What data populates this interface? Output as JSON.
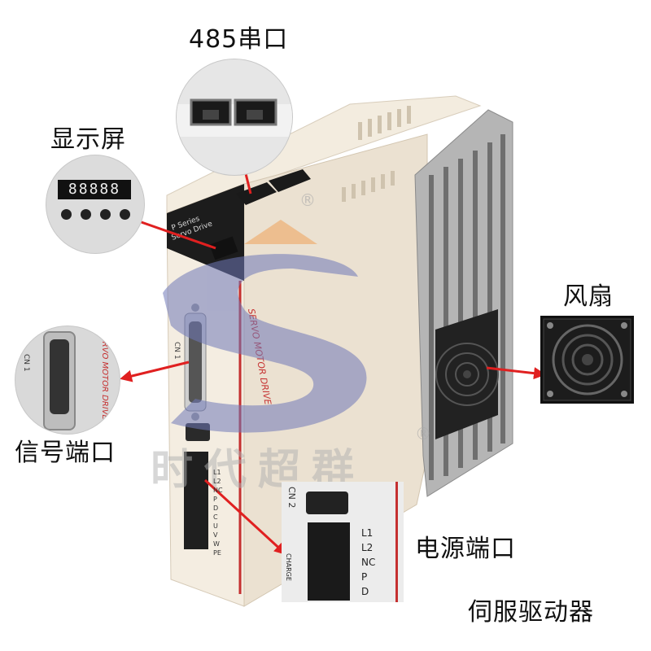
{
  "labels": {
    "rs485": "485串口",
    "display": "显示屏",
    "signal": "信号端口",
    "fan": "风扇",
    "power": "电源端口",
    "caption": "伺服驱动器"
  },
  "device": {
    "front_line1": "P Series",
    "front_line2": "Servo Drive",
    "side_text": "SERVO MOTOR DRIVE",
    "cn1": "CN 1",
    "cn2": "CN 2",
    "terminals": [
      "L1",
      "L2",
      "NC",
      "P",
      "D",
      "C",
      "U",
      "V",
      "W",
      "PE"
    ],
    "charge": "CHARGE"
  },
  "watermark": {
    "text": "时代超群",
    "registered": "®"
  },
  "display_digits": "88888",
  "colors": {
    "arrow": "#e02020",
    "body": "#efe6d8",
    "heatsink": "#a9a9a9",
    "dark": "#1a1a1a",
    "watermark_blue": "#6f78b8",
    "watermark_orange": "#f0a25a"
  }
}
